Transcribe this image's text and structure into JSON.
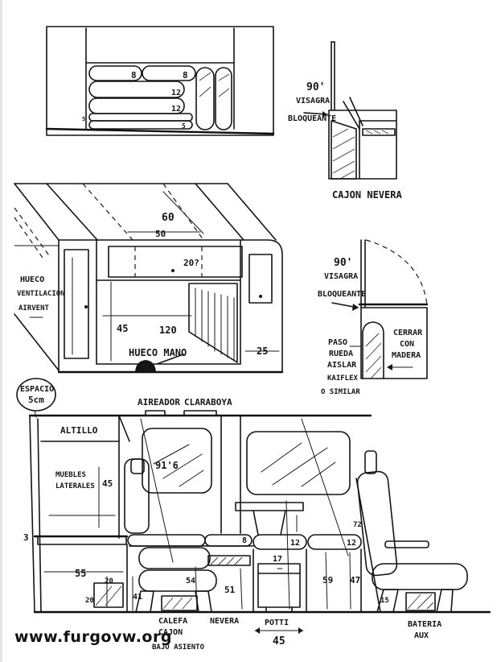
{
  "labels": {
    "n8a": "8",
    "n8b": "8",
    "n12a": "12",
    "n12b": "12",
    "n5": "5",
    "n5b": "5",
    "visagra1_90": "90'",
    "visagra1_line1": "VISAGRA",
    "visagra1_line2": "BLOQUEANTE",
    "cajon_nevera": "CAJON NEVERA",
    "dim_60": "60",
    "dim_50": "50",
    "dim_20": "20?",
    "hueco_ventilacion_1": "HUECO",
    "hueco_ventilacion_2": "VENTILACION",
    "hueco_ventilacion_3": "AIRVENT",
    "dim_45": "45",
    "dim_120": "120",
    "hueco_mano": "HUECO MANO",
    "dim_25": "25",
    "visagra2_90": "90'",
    "visagra2_line1": "VISAGRA",
    "visagra2_line2": "BLOQUEANTE",
    "paso_rueda_1": "PASO",
    "paso_rueda_2": "RUEDA",
    "paso_rueda_3": "AISLAR",
    "paso_rueda_4": "KAIFLEX",
    "paso_rueda_5": "O SIMILAR",
    "cerrar_1": "CERRAR",
    "cerrar_2": "CON",
    "cerrar_3": "MADERA",
    "espacio_1": "ESPACIO",
    "espacio_2": "5cm",
    "aireador": "AIREADOR",
    "claraboya": "CLARABOYA",
    "altillo": "ALTILLO",
    "dim_916": "91'6",
    "muebles_1": "MUEBLES",
    "muebles_2": "LATERALES",
    "dim_45b": "45",
    "dim_3": "3",
    "dim_55": "55",
    "dim_20b": "20",
    "dim_20c": "20",
    "dim_41": "41",
    "dim_54": "54",
    "dim_51": "51",
    "dim_8c": "8",
    "dim_12c": "12",
    "dim_12d": "12",
    "dim_17": "17",
    "dim_59": "59",
    "dim_47": "47",
    "dim_72": "72",
    "dim_15": "15",
    "calefa_1": "CALEFA",
    "calefa_2": "CAJON",
    "calefa_3": "BAJO ASIENTO",
    "nevera": "NEVERA",
    "potti": "POTTI",
    "dim_45c": "45",
    "bateria_1": "BATERIA",
    "bateria_2": "AUX"
  },
  "watermark": "www.furgovw.org"
}
